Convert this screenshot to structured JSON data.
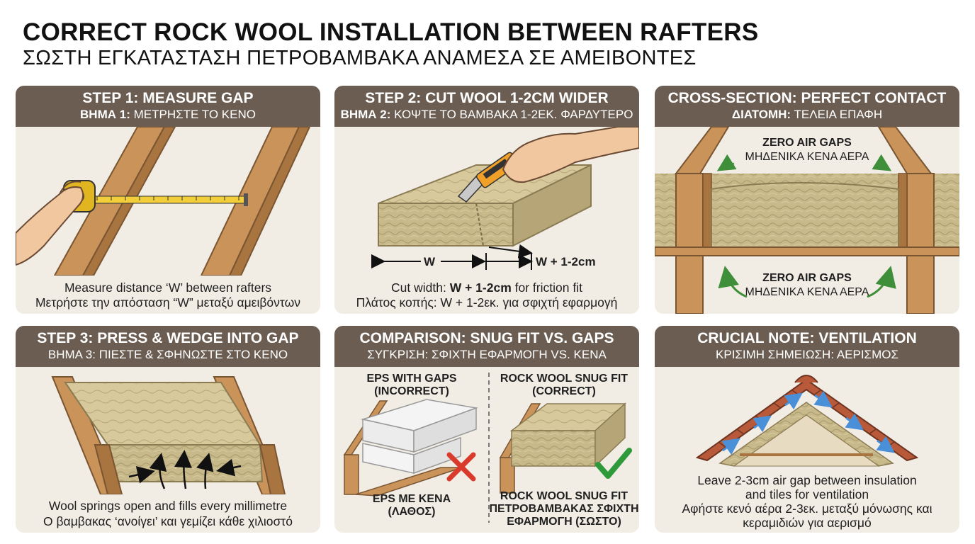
{
  "title": "CORRECT ROCK WOOL INSTALLATION BETWEEN RAFTERS",
  "subtitle": "ΣΩΣΤΗ ΕΓΚΑΤΑΣΤΑΣΗ ΠΕΤΡΟΒΑΜΒΑΚΑ ΑΝΑΜΕΣΑ ΣΕ ΑΜΕΙΒΟΝΤΕΣ",
  "colors": {
    "header": "#6b5d52",
    "panel": "#f1ece4",
    "wood": "#c9935a",
    "wool": "#c8b98a",
    "arrow_green": "#3f8f3a",
    "cross_red": "#d93a2b",
    "check_green": "#2f9a3a",
    "airflow_blue": "#4a90d9"
  },
  "steps": {
    "step1": {
      "title": "STEP 1: MEASURE GAP",
      "subtitle_bold": "ΒΗΜΑ 1:",
      "subtitle_rest": " ΜΕΤΡΗΣΤΕ ΤΟ ΚΕΝΟ",
      "caption_en": "Measure distance ‘W’ between rafters",
      "caption_gr": "Μετρήστε την απόσταση “W” μεταξύ αμειβόντων",
      "icon": "tape-measure-icon"
    },
    "step2": {
      "title": "STEP 2: CUT WOOL 1-2CM WIDER",
      "subtitle_bold": "ΒΗΜΑ 2:",
      "subtitle_rest": " ΚΟΨΤΕ ΤΟ ΒΑΜΒΑΚΑ 1-2ΕΚ. ΦΑΡΔΥΤΕΡΟ",
      "dim_w": "W",
      "dim_w_plus": "W + 1-2cm",
      "caption_en_prefix": "Cut width: ",
      "caption_en_bold": "W + 1-2cm",
      "caption_en_suffix": " for friction fit",
      "caption_gr": "Πλάτος κοπής: W + 1-2εκ. για σφιχτή εφαρμογή",
      "icon": "utility-knife-icon"
    },
    "cross": {
      "title": "CROSS-SECTION: PERFECT CONTACT",
      "subtitle_bold": "ΔΙΑΤΟΜΗ:",
      "subtitle_rest": " ΤΕΛΕΙΑ ΕΠΑΦΗ",
      "top_label_en": "ZERO AIR GAPS",
      "top_label_gr": "ΜΗΔΕΝΙΚΑ ΚΕΝΑ ΑΕΡΑ",
      "bottom_label_en": "ZERO AIR GAPS",
      "bottom_label_gr": "ΜΗΔΕΝΙΚΑ ΚΕΝΑ ΑΕΡΑ"
    },
    "step3": {
      "title": "STEP 3: PRESS & WEDGE INTO GAP",
      "subtitle": "ΒΗΜΑ 3: ΠΙΕΣΤΕ & ΣΦΗΝΩΣΤΕ ΣΤΟ ΚΕΝΟ",
      "caption_en": "Wool springs open and fills every millimetre",
      "caption_gr": "Ο βαμβακας ‘ανοίγει’ και γεμίζει κάθε χιλιοστό"
    },
    "comparison": {
      "title": "COMPARISON: SNUG FIT VS. GAPS",
      "subtitle": "ΣΥΓΚΡΙΣΗ: ΣΦΙΧΤΗ ΕΦΑΡΜΟΓΗ VS. ΚΕΝΑ",
      "left_top_1": "EPS WITH GAPS",
      "left_top_2": "(INCORRECT)",
      "left_bottom_1": "EPS ME KENA",
      "left_bottom_2": "(ΛΑΘΟΣ)",
      "right_top_1": "ROCK WOOL SNUG FIT",
      "right_top_2": "(CORRECT)",
      "right_bottom_1": "ROCK WOOL SNUG FIT",
      "right_bottom_2": "ΠΕΤΡΟΒΑΜΒΑΚΑΣ ΣΦΙΧΤΗ",
      "right_bottom_3": "ΕΦΑΡΜΟΓΗ (ΣΩΣΤΟ)"
    },
    "ventilation": {
      "title": "CRUCIAL NOTE: VENTILATION",
      "subtitle": "ΚΡΙΣΙΜΗ ΣΗΜΕΙΩΣΗ: ΑΕΡΙΣΜΟΣ",
      "caption_en_1": "Leave 2-3cm air gap between insulation",
      "caption_en_2": "and tiles for ventilation",
      "caption_gr_1": "Αφήστε κενό αέρα 2-3εκ. μεταξύ μόνωσης και",
      "caption_gr_2": "κεραμιδιών για αερισμό"
    }
  }
}
